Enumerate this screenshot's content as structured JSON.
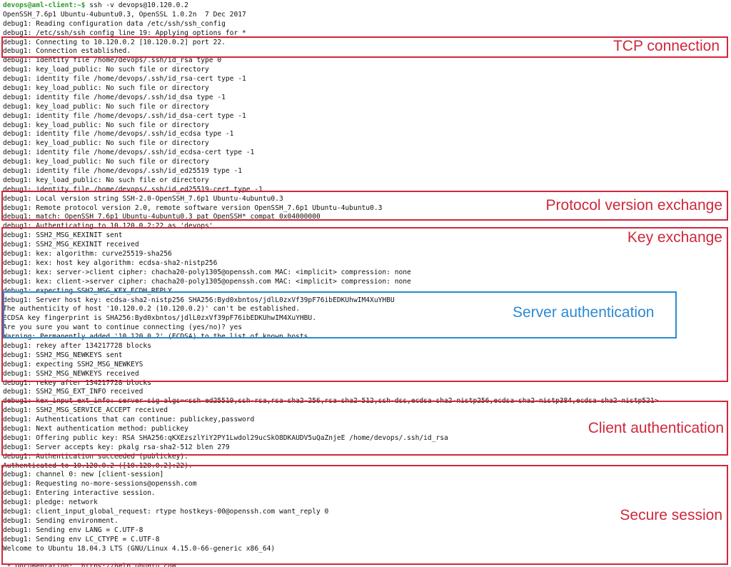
{
  "terminal": {
    "prompt_user": "devops@aml-client:~$",
    "prompt_command": " ssh -v devops@10.120.0.2",
    "lines": [
      "OpenSSH_7.6p1 Ubuntu-4ubuntu0.3, OpenSSL 1.0.2n  7 Dec 2017",
      "debug1: Reading configuration data /etc/ssh/ssh_config",
      "debug1: /etc/ssh/ssh_config line 19: Applying options for *",
      "debug1: Connecting to 10.120.0.2 [10.120.0.2] port 22.",
      "debug1: Connection established.",
      "debug1: identity file /home/devops/.ssh/id_rsa type 0",
      "debug1: key_load_public: No such file or directory",
      "debug1: identity file /home/devops/.ssh/id_rsa-cert type -1",
      "debug1: key_load_public: No such file or directory",
      "debug1: identity file /home/devops/.ssh/id_dsa type -1",
      "debug1: key_load_public: No such file or directory",
      "debug1: identity file /home/devops/.ssh/id_dsa-cert type -1",
      "debug1: key_load_public: No such file or directory",
      "debug1: identity file /home/devops/.ssh/id_ecdsa type -1",
      "debug1: key_load_public: No such file or directory",
      "debug1: identity file /home/devops/.ssh/id_ecdsa-cert type -1",
      "debug1: key_load_public: No such file or directory",
      "debug1: identity file /home/devops/.ssh/id_ed25519 type -1",
      "debug1: key_load_public: No such file or directory",
      "debug1: identity file /home/devops/.ssh/id_ed25519-cert type -1",
      "debug1: Local version string SSH-2.0-OpenSSH_7.6p1 Ubuntu-4ubuntu0.3",
      "debug1: Remote protocol version 2.0, remote software version OpenSSH_7.6p1 Ubuntu-4ubuntu0.3",
      "debug1: match: OpenSSH_7.6p1 Ubuntu-4ubuntu0.3 pat OpenSSH* compat 0x04000000",
      "debug1: Authenticating to 10.120.0.2:22 as 'devops'",
      "debug1: SSH2_MSG_KEXINIT sent",
      "debug1: SSH2_MSG_KEXINIT received",
      "debug1: kex: algorithm: curve25519-sha256",
      "debug1: kex: host key algorithm: ecdsa-sha2-nistp256",
      "debug1: kex: server->client cipher: chacha20-poly1305@openssh.com MAC: <implicit> compression: none",
      "debug1: kex: client->server cipher: chacha20-poly1305@openssh.com MAC: <implicit> compression: none",
      "debug1: expecting SSH2_MSG_KEX_ECDH_REPLY",
      "debug1: Server host key: ecdsa-sha2-nistp256 SHA256:Byd0xbntos/jdlL0zxVf39pF76ibEDKUhwIM4XuYHBU",
      "The authenticity of host '10.120.0.2 (10.120.0.2)' can't be established.",
      "ECDSA key fingerprint is SHA256:Byd0xbntos/jdlL0zxVf39pF76ibEDKUhwIM4XuYHBU.",
      "Are you sure you want to continue connecting (yes/no)? yes",
      "Warning: Permanently added '10.120.0.2' (ECDSA) to the list of known hosts.",
      "debug1: rekey after 134217728 blocks",
      "debug1: SSH2_MSG_NEWKEYS sent",
      "debug1: expecting SSH2_MSG_NEWKEYS",
      "debug1: SSH2_MSG_NEWKEYS received",
      "debug1: rekey after 134217728 blocks",
      "debug1: SSH2_MSG_EXT_INFO received",
      "debug1: kex_input_ext_info: server-sig-algs=<ssh-ed25519,ssh-rsa,rsa-sha2-256,rsa-sha2-512,ssh-dss,ecdsa-sha2-nistp256,ecdsa-sha2-nistp384,ecdsa-sha2-nistp521>",
      "debug1: SSH2_MSG_SERVICE_ACCEPT received",
      "debug1: Authentications that can continue: publickey,password",
      "debug1: Next authentication method: publickey",
      "debug1: Offering public key: RSA SHA256:qKXEzszlYiY2PY1Lwdol29ucSkO8DKAUDV5uQaZnjeE /home/devops/.ssh/id_rsa",
      "debug1: Server accepts key: pkalg rsa-sha2-512 blen 279",
      "debug1: Authentication succeeded (publickey).",
      "Authenticated to 10.120.0.2 ([10.120.0.2]:22).",
      "debug1: channel 0: new [client-session]",
      "debug1: Requesting no-more-sessions@openssh.com",
      "debug1: Entering interactive session.",
      "debug1: pledge: network",
      "debug1: client_input_global_request: rtype hostkeys-00@openssh.com want_reply 0",
      "debug1: Sending environment.",
      "debug1: Sending env LANG = C.UTF-8",
      "debug1: Sending env LC_CTYPE = C.UTF-8",
      "Welcome to Ubuntu 18.04.3 LTS (GNU/Linux 4.15.0-66-generic x86_64)",
      "",
      " * Documentation:  https://help.ubuntu.com"
    ]
  },
  "annotations": {
    "tcp": "TCP connection",
    "protocol": "Protocol version exchange",
    "kex": "Key exchange",
    "server_auth": "Server authentication",
    "client_auth": "Client authentication",
    "session": "Secure session"
  },
  "colors": {
    "red_box": "#d0273a",
    "blue_box": "#2a8ad4",
    "prompt_green": "#2e9a2e",
    "text": "#111111"
  }
}
